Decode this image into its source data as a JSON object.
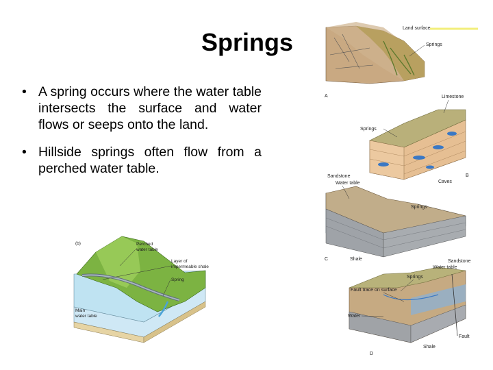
{
  "slide": {
    "title": "Springs",
    "bullets": [
      "A spring occurs where the water table intersects the surface and water flows or seeps onto the land.",
      "Hillside springs often flow from a perched water table."
    ]
  },
  "figure_left": {
    "panel_letter": "(b)",
    "labels": {
      "perched": [
        "Perched",
        "water table"
      ],
      "layer": [
        "Layer of",
        "impermeable shale"
      ],
      "spring": "Spring",
      "main": [
        "Main",
        "water table"
      ]
    }
  },
  "figure_right": {
    "panel_a": {
      "letter": "A",
      "land_surface": "Land surface",
      "springs": "Springs"
    },
    "panel_b": {
      "letter": "B",
      "limestone": "Limestone",
      "springs": "Springs",
      "caves": "Caves"
    },
    "panel_c": {
      "letter": "C",
      "sandstone": "Sandstone",
      "water_table": "Water table",
      "springs": "Springs",
      "shale": "Shale"
    },
    "panel_d": {
      "letter": "D",
      "sandstone": "Sandstone",
      "water_table": "Water table",
      "springs": "Springs",
      "fault_trace": "Fault trace on surface",
      "water": "Water",
      "fault": "Fault",
      "shale": "Shale"
    }
  },
  "colors": {
    "accent_line": "#f2ee7a"
  }
}
